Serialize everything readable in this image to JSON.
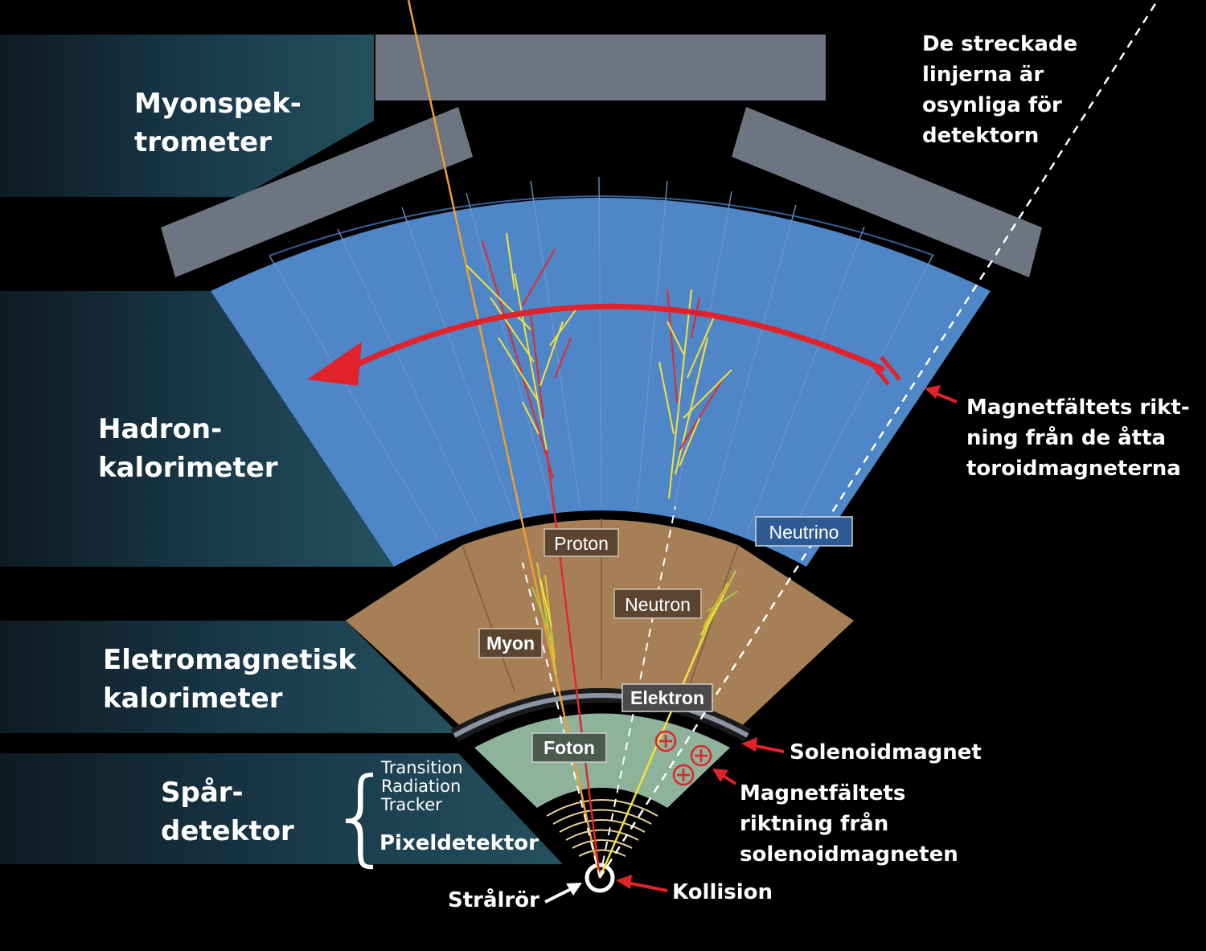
{
  "layers": {
    "muon_spectrometer": [
      "Myonspek-",
      "trometer"
    ],
    "hadron_calorimeter": [
      "Hadron-",
      "kalorimeter"
    ],
    "em_calorimeter": [
      "Eletromagnetisk",
      "kalorimeter"
    ],
    "tracker": [
      "Spår-",
      "detektor"
    ],
    "trt": [
      "Transition",
      "Radiation",
      "Tracker"
    ],
    "pixel": "Pixeldetektor"
  },
  "particles": {
    "proton": "Proton",
    "neutrino": "Neutrino",
    "neutron": "Neutron",
    "muon": "Myon",
    "electron": "Elektron",
    "photon": "Foton"
  },
  "notes": {
    "dashed_lines": [
      "De streckade",
      "linjerna är",
      "osynliga för",
      "detektorn"
    ],
    "toroid_field": [
      "Magnetfältets rikt-",
      "ning från de åtta",
      "toroidmagneterna"
    ],
    "solenoid": "Solenoidmagnet",
    "solenoid_field": [
      "Magnetfältets",
      "riktning från",
      "solenoidmagneten"
    ],
    "collision": "Kollision",
    "beam_pipe": "Strålrör"
  },
  "colors": {
    "hadron": "#4f86c8",
    "em": "#a67f56",
    "tracker": "#8fb29b",
    "muon_chamber": "#6c7580",
    "field_arrow": "#e0232b",
    "muon_track": "#f0a030",
    "dashed": "#ffffff"
  }
}
